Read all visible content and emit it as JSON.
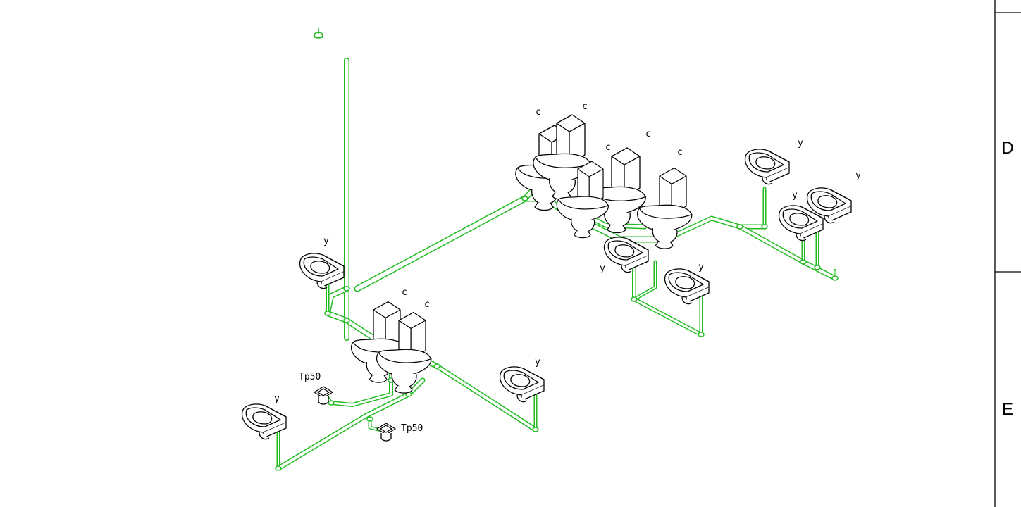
{
  "colors": {
    "pipe": "#22bb22",
    "fixture": "#000000",
    "frame": "#000000"
  },
  "zone_labels": {
    "d": "D",
    "e": "E"
  },
  "fixture_labels": {
    "toilet": "с",
    "sink": "у",
    "drain": "Тр50"
  },
  "icons": {
    "riser_symbol": "riser-cap-icon",
    "toilet": "toilet-icon",
    "sink": "sink-icon",
    "floor_drain": "floor-drain-icon"
  }
}
